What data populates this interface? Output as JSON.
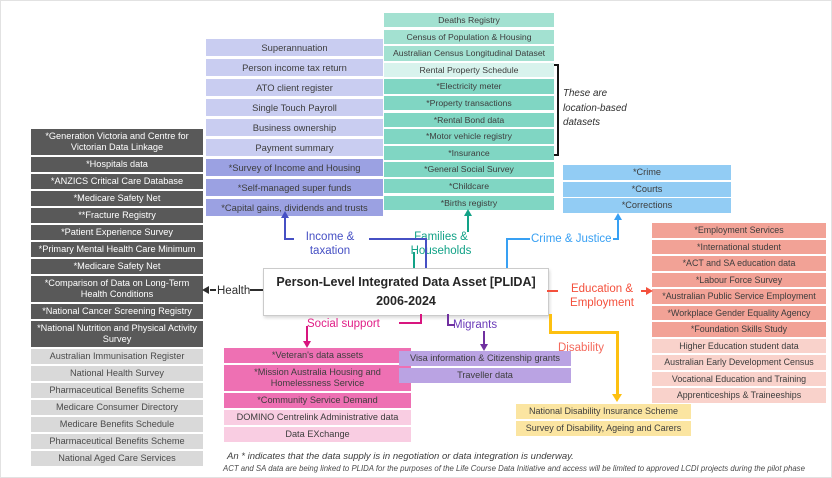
{
  "center_box": {
    "title": "Person-Level Integrated Data Asset [PLIDA]",
    "years": "2006-2024"
  },
  "labels": {
    "health": "Health",
    "income": "Income &\ntaxation",
    "families": "Families &\nHouseholds",
    "crime": "Crime & Justice",
    "education": "Education &\nEmployment",
    "social": "Social support",
    "migrants": "Migrants",
    "disability": "Disability"
  },
  "annotation": "These are\nlocation-based\ndatasets",
  "footnotes": {
    "asterisk": "An * indicates that the data supply is in negotiation or data integration is underway.",
    "act_sa": "ACT and SA data are being linked to PLIDA for the purposes of the Life Course Data Initiative and access will be limited to approved LCDI projects during the pilot phase"
  },
  "colors": {
    "health_box": "#595959",
    "health_box_light": "#d9d9d9",
    "health_accent": "#2d2d2d",
    "income_box": "#c9cdf1",
    "income_box_starred": "#9ba1e2",
    "income_accent": "#4650c4",
    "families_box": "#a3e1d1",
    "families_box_light": "#d8f3ed",
    "families_box_starred": "#80d6c3",
    "families_accent": "#12a287",
    "crime_box": "#92ccf4",
    "crime_accent": "#38a0f3",
    "education_box_starred": "#f2a296",
    "education_box": "#f9d2cb",
    "education_accent": "#f4503c",
    "social_box_starred": "#ee70b3",
    "social_box": "#f9cde2",
    "social_accent": "#d8157f",
    "migrants_box": "#baa3e3",
    "migrants_accent": "#7030a0",
    "disability_box": "#fbe5a1",
    "disability_accent": "#fdc010"
  },
  "groups": {
    "health": [
      {
        "text": "*Generation Victoria and Centre for Victorian Data Linkage",
        "shade": "dark"
      },
      {
        "text": "*Hospitals data",
        "shade": "dark"
      },
      {
        "text": "*ANZICS Critical Care Database",
        "shade": "dark"
      },
      {
        "text": "*Medicare Safety Net",
        "shade": "dark"
      },
      {
        "text": "**Fracture Registry",
        "shade": "dark"
      },
      {
        "text": "*Patient Experience Survey",
        "shade": "dark"
      },
      {
        "text": "*Primary Mental Health Care Minimum",
        "shade": "dark"
      },
      {
        "text": "*Medicare Safety Net",
        "shade": "dark"
      },
      {
        "text": "*Comparison of Data on Long-Term Health Conditions",
        "shade": "dark"
      },
      {
        "text": "*National Cancer Screening Registry",
        "shade": "dark"
      },
      {
        "text": "*National Nutrition and Physical Activity Survey",
        "shade": "dark"
      },
      {
        "text": "Australian Immunisation Register",
        "shade": "light"
      },
      {
        "text": "National Health Survey",
        "shade": "light"
      },
      {
        "text": "Pharmaceutical Benefits Scheme",
        "shade": "light"
      },
      {
        "text": "Medicare Consumer Directory",
        "shade": "light"
      },
      {
        "text": "Medicare Benefits Schedule",
        "shade": "light"
      },
      {
        "text": "Pharmaceutical Benefits Scheme",
        "shade": "light"
      },
      {
        "text": "National Aged Care Services",
        "shade": "light"
      }
    ],
    "income": [
      {
        "text": "Superannuation",
        "shade": "light"
      },
      {
        "text": "Person income tax return",
        "shade": "light"
      },
      {
        "text": "ATO client register",
        "shade": "light"
      },
      {
        "text": "Single Touch Payroll",
        "shade": "light"
      },
      {
        "text": "Business ownership",
        "shade": "light"
      },
      {
        "text": "Payment summary",
        "shade": "light"
      },
      {
        "text": "*Survey of Income and Housing",
        "shade": "dark"
      },
      {
        "text": "*Self-managed super funds",
        "shade": "dark"
      },
      {
        "text": "*Capital gains, dividends and trusts",
        "shade": "dark"
      }
    ],
    "families": [
      {
        "text": "Deaths Registry",
        "shade": "med"
      },
      {
        "text": "Census of Population & Housing",
        "shade": "med"
      },
      {
        "text": "Australian Census Longitudinal Dataset",
        "shade": "med"
      },
      {
        "text": "Rental Property Schedule",
        "shade": "lightest"
      },
      {
        "text": "*Electricity meter",
        "shade": "dark"
      },
      {
        "text": "*Property transactions",
        "shade": "dark"
      },
      {
        "text": "*Rental Bond data",
        "shade": "dark"
      },
      {
        "text": "*Motor vehicle registry",
        "shade": "dark"
      },
      {
        "text": "*Insurance",
        "shade": "dark"
      },
      {
        "text": "*General Social Survey",
        "shade": "dark"
      },
      {
        "text": "*Childcare",
        "shade": "dark"
      },
      {
        "text": "*Births registry",
        "shade": "dark"
      }
    ],
    "crime": [
      {
        "text": "*Crime",
        "shade": "med"
      },
      {
        "text": "*Courts",
        "shade": "med"
      },
      {
        "text": "*Corrections",
        "shade": "med"
      }
    ],
    "education": [
      {
        "text": "*Employment Services",
        "shade": "dark"
      },
      {
        "text": "*International student",
        "shade": "dark"
      },
      {
        "text": "*ACT and SA education data",
        "shade": "dark"
      },
      {
        "text": "*Labour Force Survey",
        "shade": "dark"
      },
      {
        "text": "*Australian Public Service Employment",
        "shade": "dark"
      },
      {
        "text": "*Workplace Gender Equality Agency",
        "shade": "dark"
      },
      {
        "text": "*Foundation Skills Study",
        "shade": "dark"
      },
      {
        "text": "Higher Education student data",
        "shade": "light"
      },
      {
        "text": "Australian Early Development Census",
        "shade": "light"
      },
      {
        "text": "Vocational Education and Training",
        "shade": "light"
      },
      {
        "text": "Apprenticeships & Traineeships",
        "shade": "light"
      }
    ],
    "social": [
      {
        "text": "*Veteran's data assets",
        "shade": "dark"
      },
      {
        "text": "*Mission Australia Housing and Homelessness Service",
        "shade": "dark"
      },
      {
        "text": "*Community Service Demand",
        "shade": "dark"
      },
      {
        "text": "DOMINO Centrelink Administrative data",
        "shade": "light"
      },
      {
        "text": "Data EXchange",
        "shade": "light"
      }
    ],
    "migrants": [
      {
        "text": "Visa information & Citizenship grants",
        "shade": "med"
      },
      {
        "text": "Traveller data",
        "shade": "med"
      }
    ],
    "disability": [
      {
        "text": "National Disability Insurance Scheme",
        "shade": "med"
      },
      {
        "text": "Survey of Disability, Ageing and Carers",
        "shade": "med"
      }
    ]
  }
}
